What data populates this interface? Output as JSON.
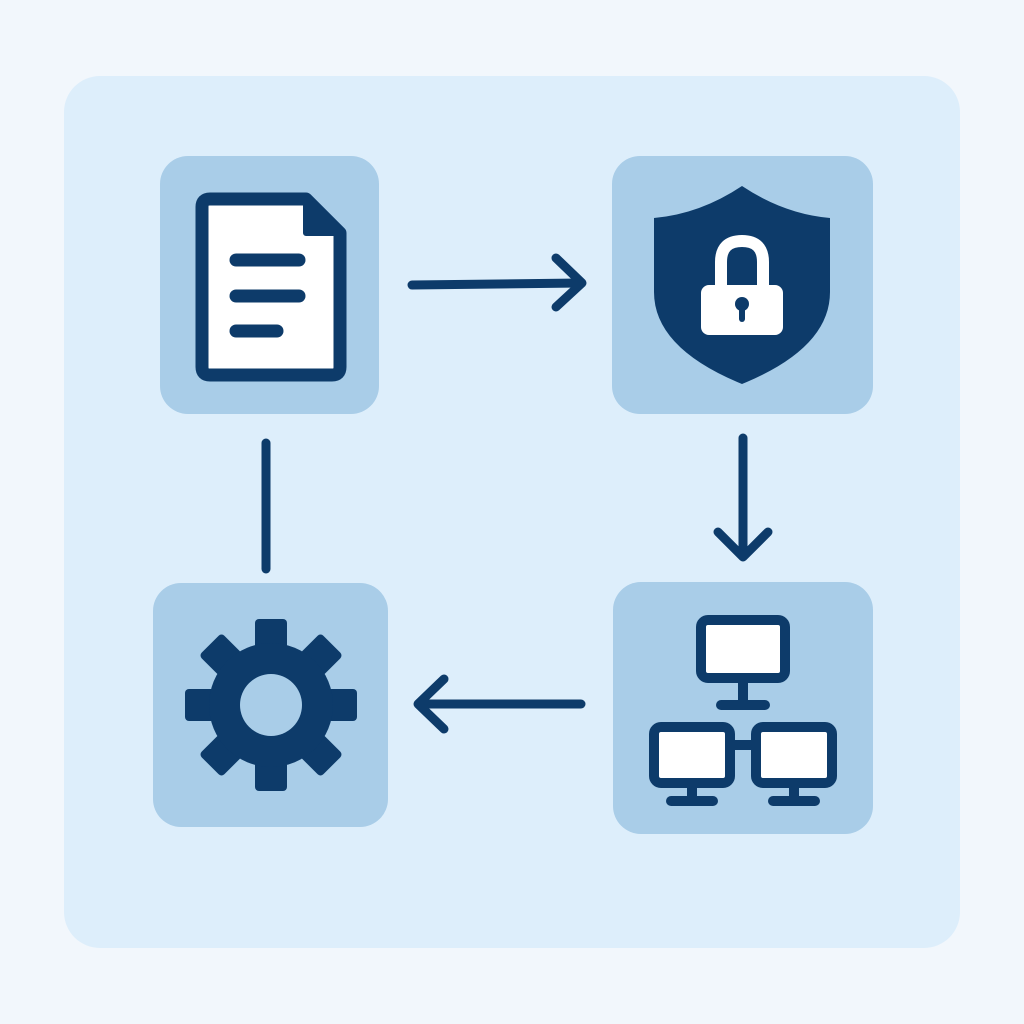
{
  "colors": {
    "page_background": "#f2f7fc",
    "panel_background": "#ddeefb",
    "node_background": "#a9cde8",
    "icon_primary": "#0d3b6a",
    "icon_fill": "#ffffff"
  },
  "nodes": [
    {
      "id": "document",
      "icon": "document-icon"
    },
    {
      "id": "security",
      "icon": "shield-lock-icon"
    },
    {
      "id": "network",
      "icon": "network-computers-icon"
    },
    {
      "id": "settings",
      "icon": "gear-icon"
    }
  ],
  "connectors": [
    {
      "from": "document",
      "to": "security",
      "style": "arrow"
    },
    {
      "from": "security",
      "to": "network",
      "style": "arrow"
    },
    {
      "from": "network",
      "to": "settings",
      "style": "arrow"
    },
    {
      "from": "settings",
      "to": "document",
      "style": "line"
    }
  ]
}
